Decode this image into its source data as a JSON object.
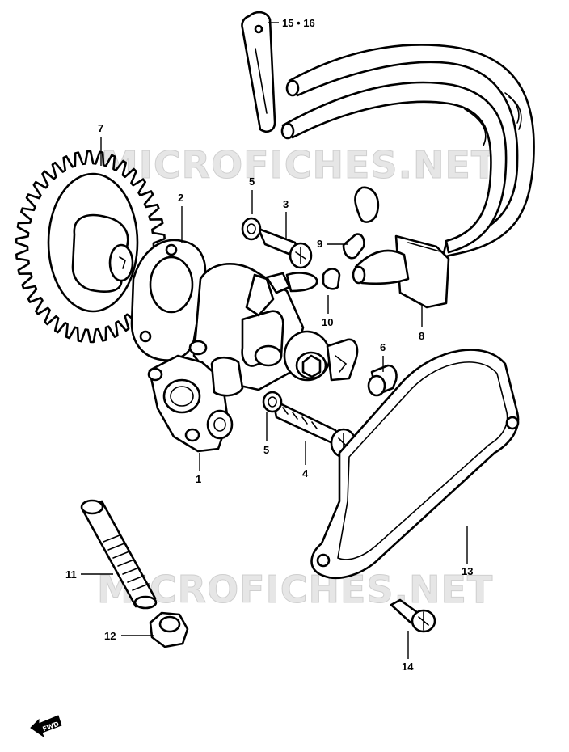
{
  "watermark": [
    "MICROFICHES.NET",
    "MICROFICHES.NET"
  ],
  "callouts": {
    "p1": "1",
    "p2": "2",
    "p3": "3",
    "p4": "4",
    "p5a": "5",
    "p5b": "5",
    "p6": "6",
    "p7": "7",
    "p8": "8",
    "p9": "9",
    "p10": "10",
    "p11": "11",
    "p12": "12",
    "p13": "13",
    "p14": "14",
    "p15_16": "15 • 16"
  },
  "direction_marker": "FWD"
}
